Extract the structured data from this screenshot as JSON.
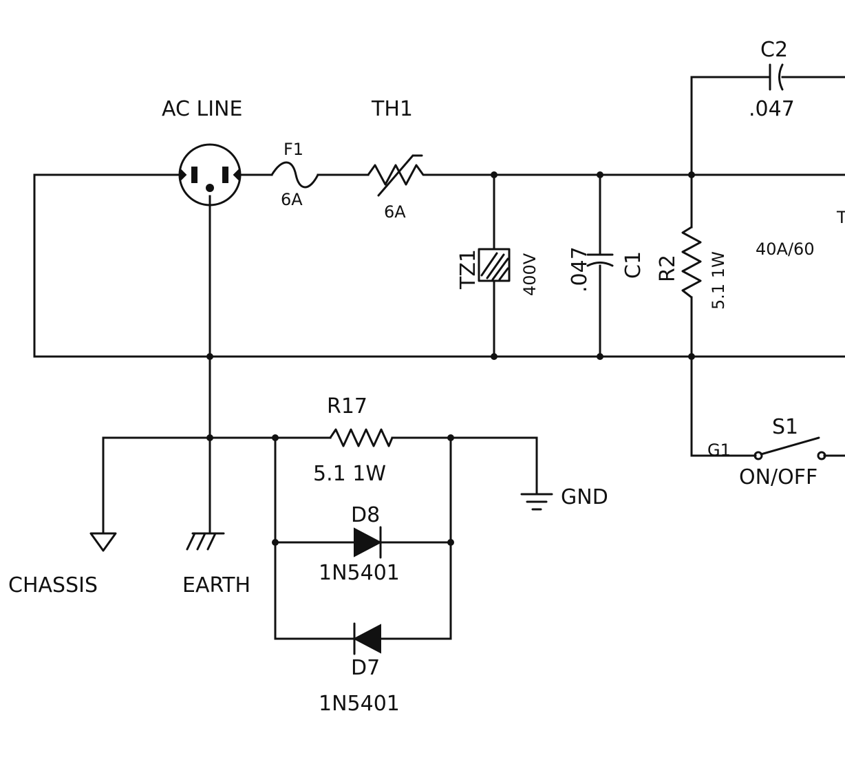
{
  "labels": {
    "ac_line": "AC LINE",
    "th1": "TH1",
    "f1": "F1",
    "f1_rating": "6A",
    "th1_rating": "6A",
    "c2": "C2",
    "c2_value": ".047",
    "tz1": "TZ1",
    "tz1_value": "400V",
    "c1": "C1",
    "c1_value": ".047",
    "r2": "R2",
    "r2_value": "5.1 1W",
    "partial_right": "40A/60",
    "partial_t": "T",
    "r17": "R17",
    "r17_value": "5.1 1W",
    "gnd": "GND",
    "s1": "S1",
    "s1_function": "ON/OFF",
    "s1_pin": "G1",
    "d8": "D8",
    "d8_part": "1N5401",
    "d7": "D7",
    "d7_part": "1N5401",
    "chassis": "CHASSIS",
    "earth": "EARTH"
  }
}
